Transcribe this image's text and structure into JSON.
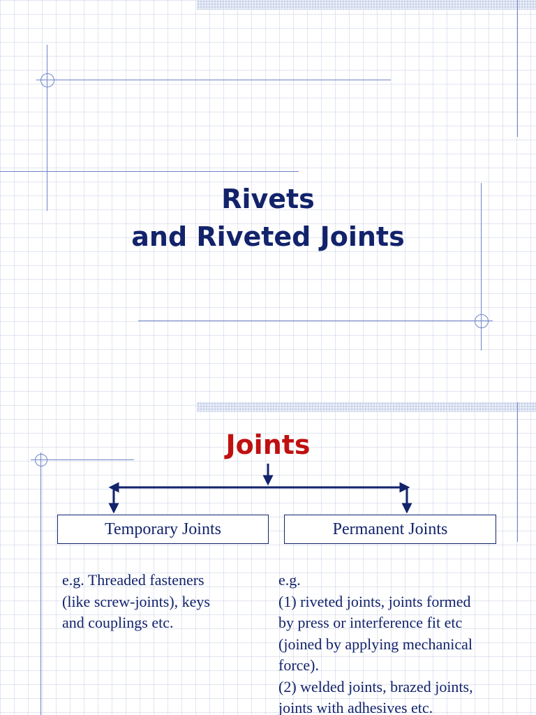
{
  "slide1": {
    "title_line1": "Rivets",
    "title_line2": "and Riveted Joints"
  },
  "slide2": {
    "title": "Joints",
    "temporary": {
      "label": "Temporary Joints",
      "examples": [
        "e.g. Threaded fasteners",
        "(like screw-joints), keys",
        "and couplings etc."
      ]
    },
    "permanent": {
      "label": "Permanent Joints",
      "examples": [
        "e.g.",
        "(1) riveted joints, joints formed",
        "by press or interference fit etc",
        "(joined by applying mechanical",
        "force).",
        "(2) welded joints, brazed joints,",
        "joints with adhesives etc."
      ]
    }
  },
  "colors": {
    "title_navy": "#12236b",
    "joints_red": "#c01010",
    "guide_lines": "#6f86c8"
  }
}
